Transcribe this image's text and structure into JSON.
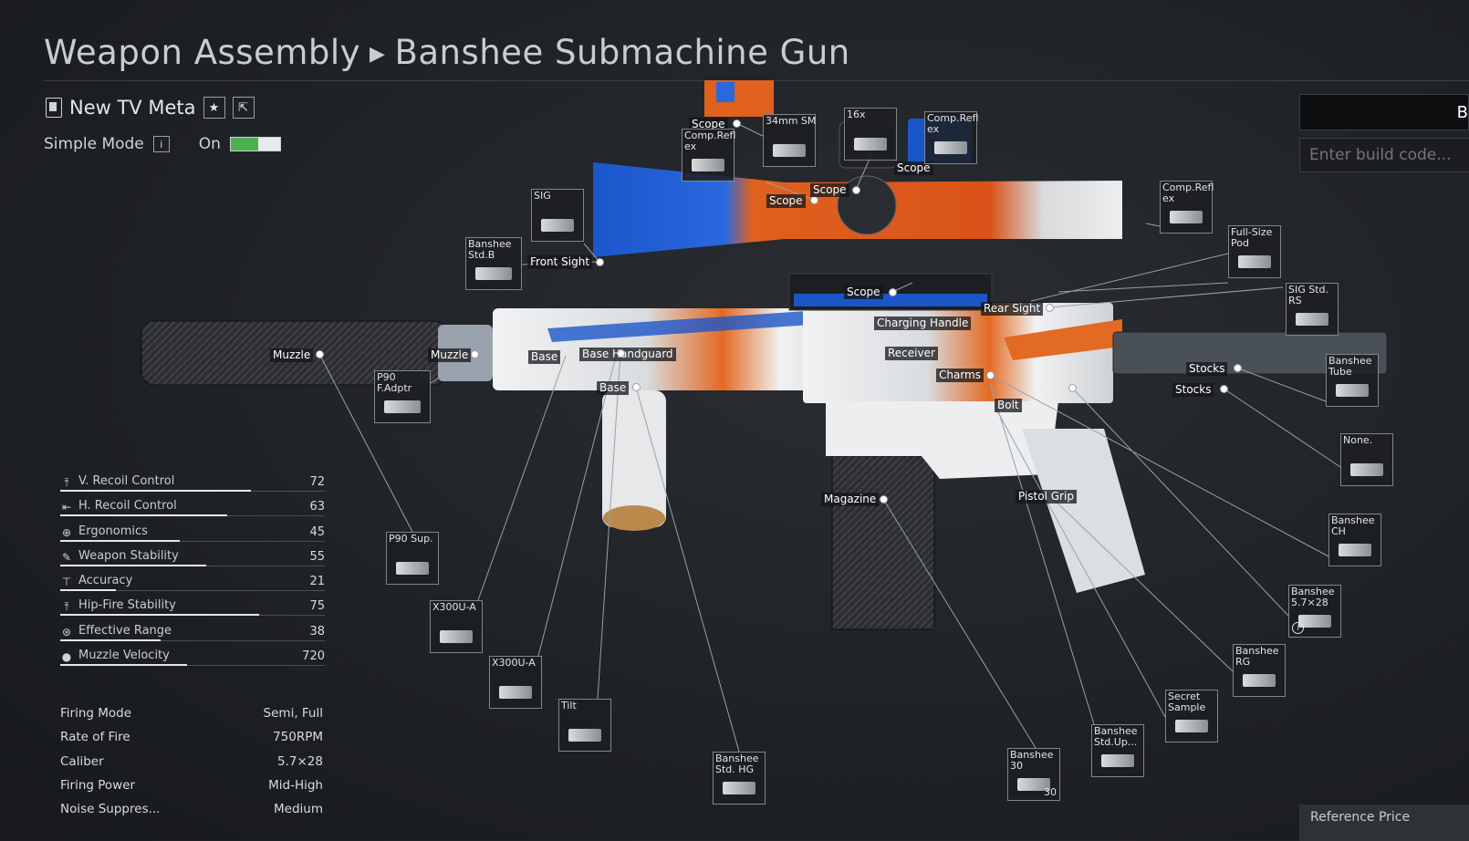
{
  "header": {
    "section": "Weapon Assembly",
    "weapon": "Banshee Submachine Gun"
  },
  "build": {
    "name": "New TV Meta"
  },
  "simple_mode": {
    "label": "Simple Mode",
    "state": "On",
    "level": 0.55
  },
  "actions": {
    "build_button": "B",
    "code_placeholder": "Enter build code...",
    "reference_tab": "Reference Price"
  },
  "stats": [
    {
      "icon": "v-recoil-icon",
      "name": "V. Recoil Control",
      "value": 72,
      "level": 0.72
    },
    {
      "icon": "h-recoil-icon",
      "name": "H. Recoil Control",
      "value": 63,
      "level": 0.63
    },
    {
      "icon": "ergonomics-icon",
      "name": "Ergonomics",
      "value": 45,
      "level": 0.45
    },
    {
      "icon": "stability-icon",
      "name": "Weapon Stability",
      "value": 55,
      "level": 0.55
    },
    {
      "icon": "accuracy-icon",
      "name": "Accuracy",
      "value": 21,
      "level": 0.21
    },
    {
      "icon": "hipfire-icon",
      "name": "Hip-Fire Stability",
      "value": 75,
      "level": 0.75
    },
    {
      "icon": "range-icon",
      "name": "Effective Range",
      "value": 38,
      "level": 0.38
    },
    {
      "icon": "velocity-icon",
      "name": "Muzzle Velocity",
      "value": 720,
      "level": 0.48
    }
  ],
  "info": [
    {
      "key": "Firing Mode",
      "value": "Semi, Full"
    },
    {
      "key": "Rate of Fire",
      "value": "750RPM"
    },
    {
      "key": "Caliber",
      "value": "5.7×28"
    },
    {
      "key": "Firing Power",
      "value": "Mid-High"
    },
    {
      "key": "Noise Suppres...",
      "value": "Medium"
    }
  ],
  "attachments": [
    {
      "id": "scope-34mm",
      "label": "34mm SM"
    },
    {
      "id": "scope-16x",
      "label": "16x"
    },
    {
      "id": "comp-reflex-top",
      "label": "Comp.Refl\nex"
    },
    {
      "id": "comp-reflex-left",
      "label": "Comp.Refl\nex"
    },
    {
      "id": "comp-reflex-right",
      "label": "Comp.Refl\nex"
    },
    {
      "id": "sig-front",
      "label": "SIG"
    },
    {
      "id": "banshee-std-b",
      "label": "Banshee\nStd.B"
    },
    {
      "id": "full-size-pod",
      "label": "Full-Size\nPod"
    },
    {
      "id": "sig-std-rs",
      "label": "SIG Std.\nRS"
    },
    {
      "id": "banshee-tube",
      "label": "Banshee\nTube"
    },
    {
      "id": "none-stock",
      "label": "None."
    },
    {
      "id": "banshee-ch",
      "label": "Banshee\nCH"
    },
    {
      "id": "banshee-57",
      "label": "Banshee\n5.7×28"
    },
    {
      "id": "banshee-rg",
      "label": "Banshee\nRG"
    },
    {
      "id": "secret-sample",
      "label": "Secret\nSample"
    },
    {
      "id": "banshee-std-up",
      "label": "Banshee\nStd.Up..."
    },
    {
      "id": "banshee-30",
      "label": "Banshee\n30",
      "count": "30"
    },
    {
      "id": "banshee-std-hg",
      "label": "Banshee\nStd. HG"
    },
    {
      "id": "tilt",
      "label": "Tilt"
    },
    {
      "id": "x300u-a-2",
      "label": "X300U-A"
    },
    {
      "id": "x300u-a-1",
      "label": "X300U-A"
    },
    {
      "id": "p90-sup",
      "label": "P90 Sup."
    },
    {
      "id": "p90-f-adapter",
      "label": "P90\nF.Adptr"
    }
  ],
  "slots": [
    {
      "id": "scope-1",
      "label": "Scope"
    },
    {
      "id": "scope-2",
      "label": "Scope"
    },
    {
      "id": "scope-3",
      "label": "Scope"
    },
    {
      "id": "scope-4",
      "label": "Scope"
    },
    {
      "id": "scope-5",
      "label": "Scope"
    },
    {
      "id": "front-sight",
      "label": "Front Sight"
    },
    {
      "id": "rear-sight",
      "label": "Rear Sight"
    },
    {
      "id": "charging-handle",
      "label": "Charging Handle"
    },
    {
      "id": "receiver",
      "label": "Receiver"
    },
    {
      "id": "charms",
      "label": "Charms"
    },
    {
      "id": "bolt",
      "label": "Bolt"
    },
    {
      "id": "stocks-1",
      "label": "Stocks"
    },
    {
      "id": "stocks-2",
      "label": "Stocks"
    },
    {
      "id": "muzzle-1",
      "label": "Muzzle"
    },
    {
      "id": "muzzle-2",
      "label": "Muzzle"
    },
    {
      "id": "base-1",
      "label": "Base"
    },
    {
      "id": "base-2",
      "label": "Base"
    },
    {
      "id": "handguard",
      "label": "Base Handguard"
    },
    {
      "id": "magazine",
      "label": "Magazine"
    },
    {
      "id": "pistol-grip",
      "label": "Pistol Grip"
    }
  ]
}
